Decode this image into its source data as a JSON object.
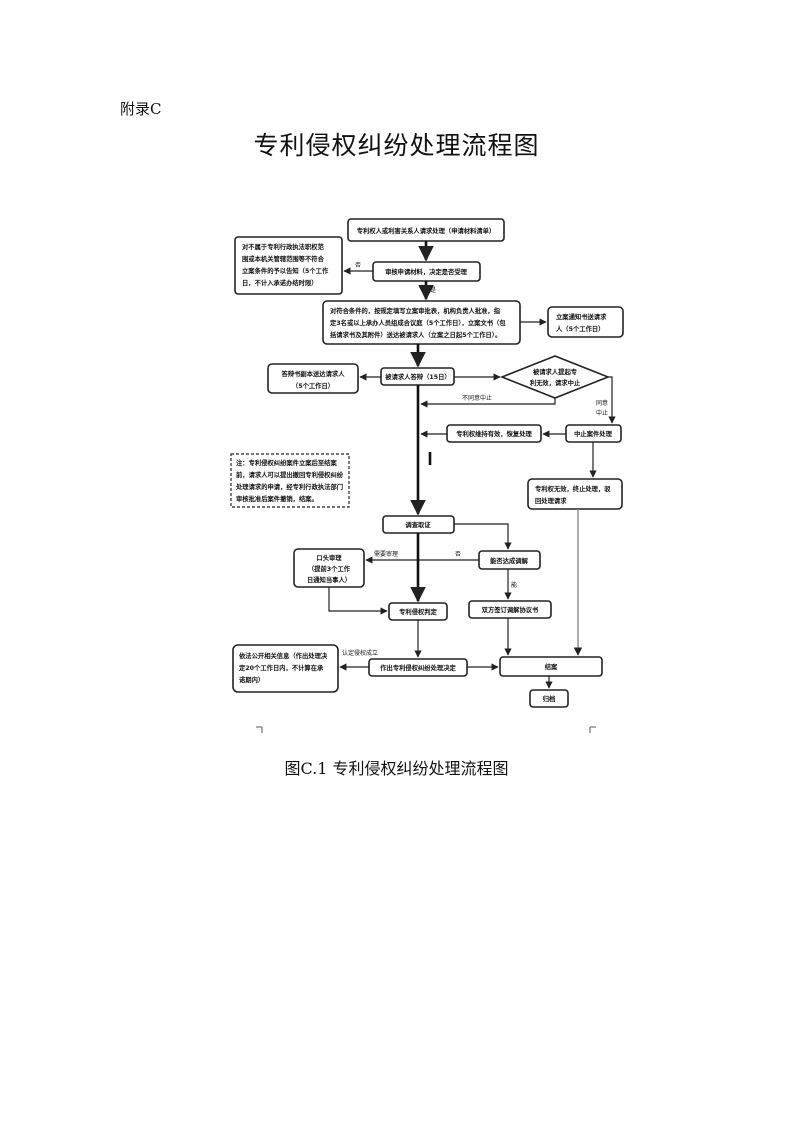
{
  "appendix_label": "附录C",
  "title": "专利侵权纠纷处理流程图",
  "caption": "图C.1 专利侵权纠纷处理流程图",
  "nodes": {
    "request": "专利权人或利害关系人请求处理（申请材料清单）",
    "not_accept": [
      "对不属于专利行政执法职权范",
      "围或本机关管辖范围等不符合",
      "立案条件的予以告知（5个工作",
      "日，不计入承诺办结时限）"
    ],
    "review": "审核申请材料，决定是否受理",
    "accept": [
      "对符合条件的，按规定填写立案审批表，机构负责人批准，指",
      "定3名或以上承办人员组成合议庭（5个工作日），立案文书（包",
      "括请求书及其附件）送达被请求人（立案之日起5个工作日）。"
    ],
    "notify": [
      "立案通知书送请求",
      "人（5个工作日）"
    ],
    "defense_copy": [
      "答辩书副本送达请求人",
      "（5个工作日）"
    ],
    "respondent": "被请求人答辩（15日）",
    "diamond": [
      "被请求人提起专",
      "利无效，请求中止"
    ],
    "resume": "专利权维持有效，恢复处理",
    "suspend": "中止案件处理",
    "invalid": [
      "专利权无效，终止处理，驳",
      "回处理请求"
    ],
    "note": [
      "注：专利侵权纠纷案件立案后至结案",
      "前，请求人可以提出撤回专利侵权纠纷",
      "处理请求的申请，经专利行政执法部门",
      "审核批准后案件撤销，结案。"
    ],
    "mediation": "调查取证",
    "oral": [
      "口头审理",
      "（提前3个工作",
      "日通知当事人）"
    ],
    "agree_q": "能否达成调解",
    "determine": "专利侵权判定",
    "agreement": "双方签订调解协议书",
    "publish": [
      "依法公开相关信息（作出处理决",
      "定20个工作日内，不计算在承",
      "诺期内）"
    ],
    "decision": "作出专利侵权纠纷处理决定",
    "close": "结案",
    "archive": "归档"
  },
  "edge_labels": {
    "no": "否",
    "yes": "是",
    "not_agree_suspend": "不同意中止",
    "agree": "同意",
    "suspend": "中止",
    "need_oral": "需要审理",
    "no2": "否",
    "can": "能",
    "infringement_found": "认定侵权成立"
  }
}
